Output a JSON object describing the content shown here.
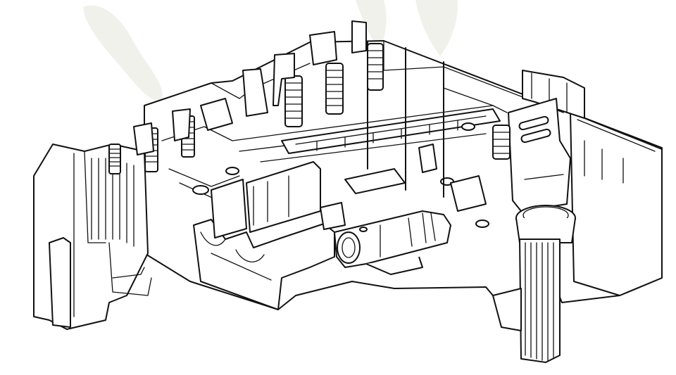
{
  "image": {
    "subject": "fuse-and-relay-block-housing",
    "style": "line-drawing",
    "colors": {
      "background": "#ffffff",
      "line": "#111111",
      "smudge": "#f1f1ec"
    }
  },
  "components": [
    {
      "name": "housing-base"
    },
    {
      "name": "left-end-cap"
    },
    {
      "name": "front-wall"
    },
    {
      "name": "right-tray"
    },
    {
      "name": "connector-plug"
    },
    {
      "name": "mounting-bracket"
    },
    {
      "name": "round-socket"
    },
    {
      "name": "ribbed-leg"
    },
    {
      "name": "threaded-studs",
      "count": 7
    },
    {
      "name": "bus-bar-rail"
    },
    {
      "name": "lead-wires",
      "count": 3
    }
  ]
}
